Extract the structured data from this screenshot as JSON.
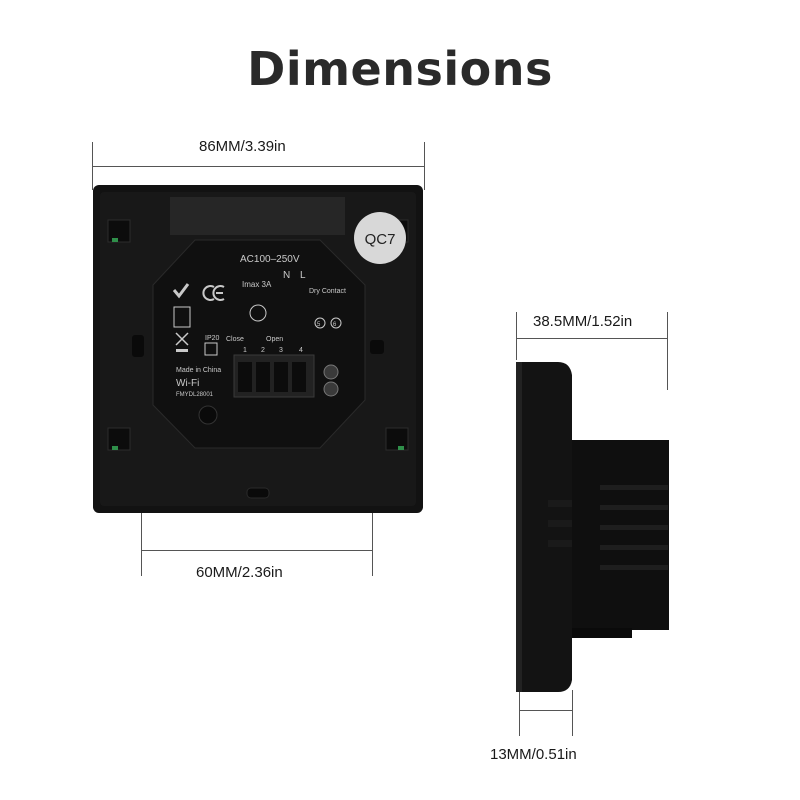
{
  "title": "Dimensions",
  "dimensions": {
    "top_width": "86MM/3.39in",
    "module_width": "60MM/2.36in",
    "depth": "38.5MM/1.52in",
    "panel_thickness": "13MM/0.51in"
  },
  "device_labels": {
    "model_badge": "QC7",
    "voltage": "AC100–250V",
    "n_label": "N",
    "l_label": "L",
    "imax": "Imax 3A",
    "dry_contact": "Dry Contact",
    "close": "Close",
    "open": "Open",
    "ip_rating": "IP20",
    "made_in": "Made in China",
    "wifi": "Wi-Fi",
    "model_code": "FMYDL28001",
    "terminal_1": "1",
    "terminal_2": "2",
    "terminal_3": "3",
    "terminal_4": "4",
    "terminal_5": "5",
    "terminal_6": "6"
  },
  "colors": {
    "device_body": "#111111",
    "background": "#ffffff",
    "dimension_line": "#555555"
  }
}
